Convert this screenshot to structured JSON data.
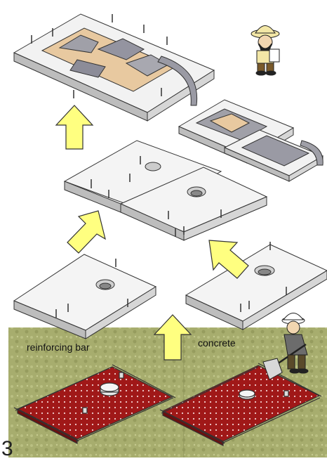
{
  "labels": {
    "reinforcing_bar": "reinforcing bar",
    "concrete": "concrete",
    "corner_digit": "3"
  },
  "colors": {
    "ground_green": "#a7ad6e",
    "rebar_red": "#a01818",
    "slab_top": "#f2f2f2",
    "slab_side": "#bdbdbd",
    "arrow_fill": "#ffff80",
    "model_tan": "#e8c9a0",
    "model_gray": "#a0a0a8"
  },
  "icons": [
    "up-arrow-icon",
    "worker-with-clipboard-icon",
    "worker-with-shovel-icon"
  ]
}
